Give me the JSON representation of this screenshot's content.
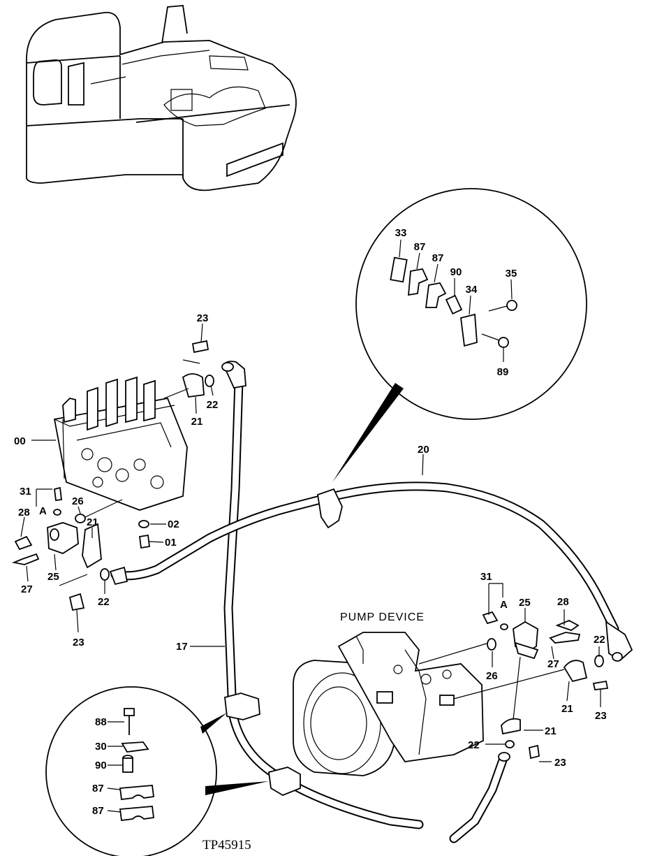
{
  "diagram": {
    "drawing_code": "TP45915",
    "caption": "PUMP DEVICE",
    "labels": {
      "top_33": "33",
      "top_87a": "87",
      "top_87b": "87",
      "top_90": "90",
      "top_35": "35",
      "top_34": "34",
      "top_89": "89",
      "cv_23_top": "23",
      "cv_22_top": "22",
      "cv_21_top": "21",
      "cv_00": "00",
      "cv_31": "31",
      "cv_A": "A",
      "cv_28": "28",
      "cv_26": "26",
      "cv_21_mid": "21",
      "cv_02": "02",
      "cv_01": "01",
      "cv_27": "27",
      "cv_25": "25",
      "cv_22_low": "22",
      "cv_23_low": "23",
      "hose_20": "20",
      "hose_17": "17",
      "p_31": "31",
      "p_A": "A",
      "p_25": "25",
      "p_28": "28",
      "p_22": "22",
      "p_27": "27",
      "p_26": "26",
      "p_21a": "21",
      "p_23a": "23",
      "p_21b": "21",
      "p_22b": "22",
      "p_23b": "23",
      "bot_88": "88",
      "bot_30": "30",
      "bot_90": "90",
      "bot_87a": "87",
      "bot_87b": "87"
    }
  }
}
